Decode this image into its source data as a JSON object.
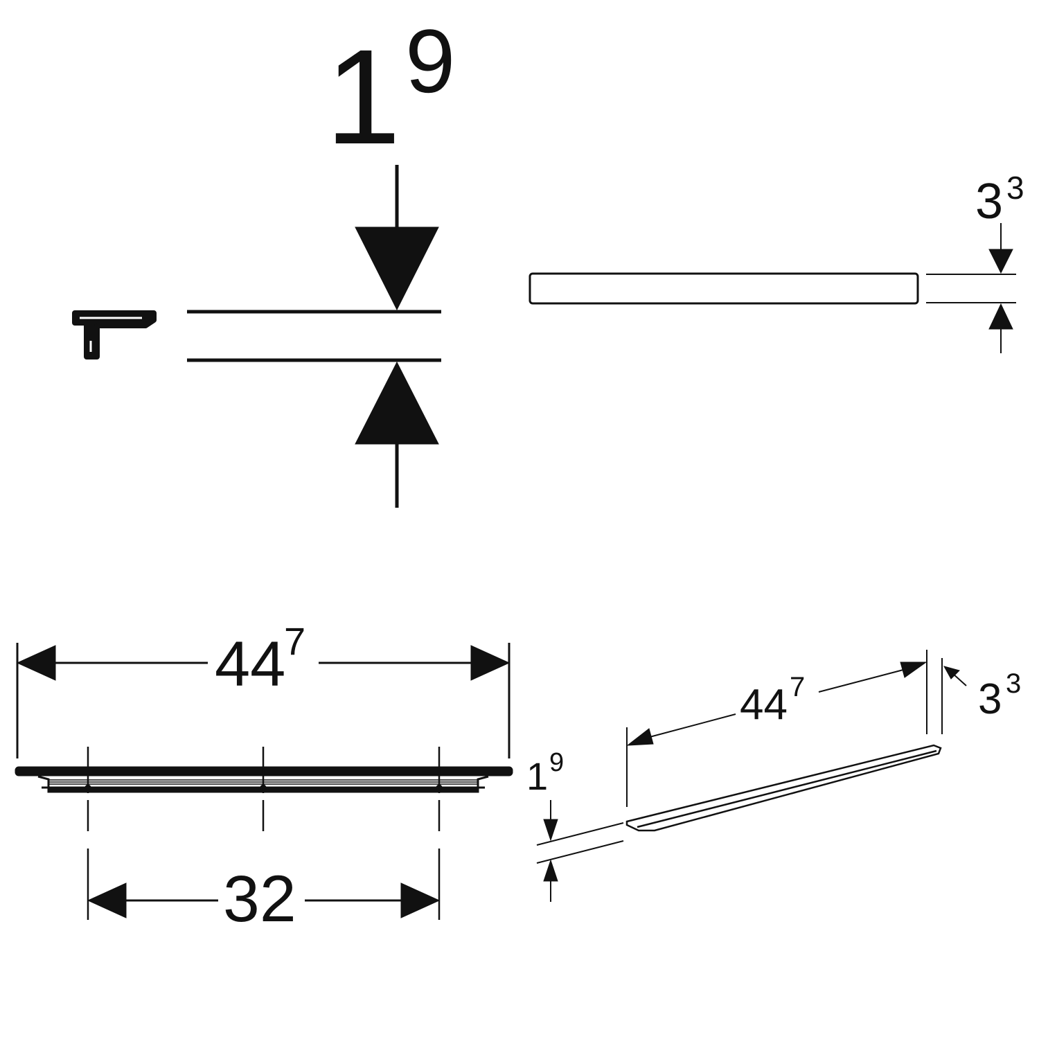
{
  "colors": {
    "line": "#111111",
    "background": "#ffffff"
  },
  "dimensions": {
    "profile_thickness": {
      "main": "1",
      "sup": "9"
    },
    "side_height": {
      "main": "3",
      "sup": "3"
    },
    "front_length": {
      "main": "44",
      "sup": "7"
    },
    "hole_spacing": {
      "main": "32"
    },
    "iso_length": {
      "main": "44",
      "sup": "7"
    },
    "iso_height": {
      "main": "3",
      "sup": "3"
    },
    "iso_thickness": {
      "main": "1",
      "sup": "9"
    }
  }
}
